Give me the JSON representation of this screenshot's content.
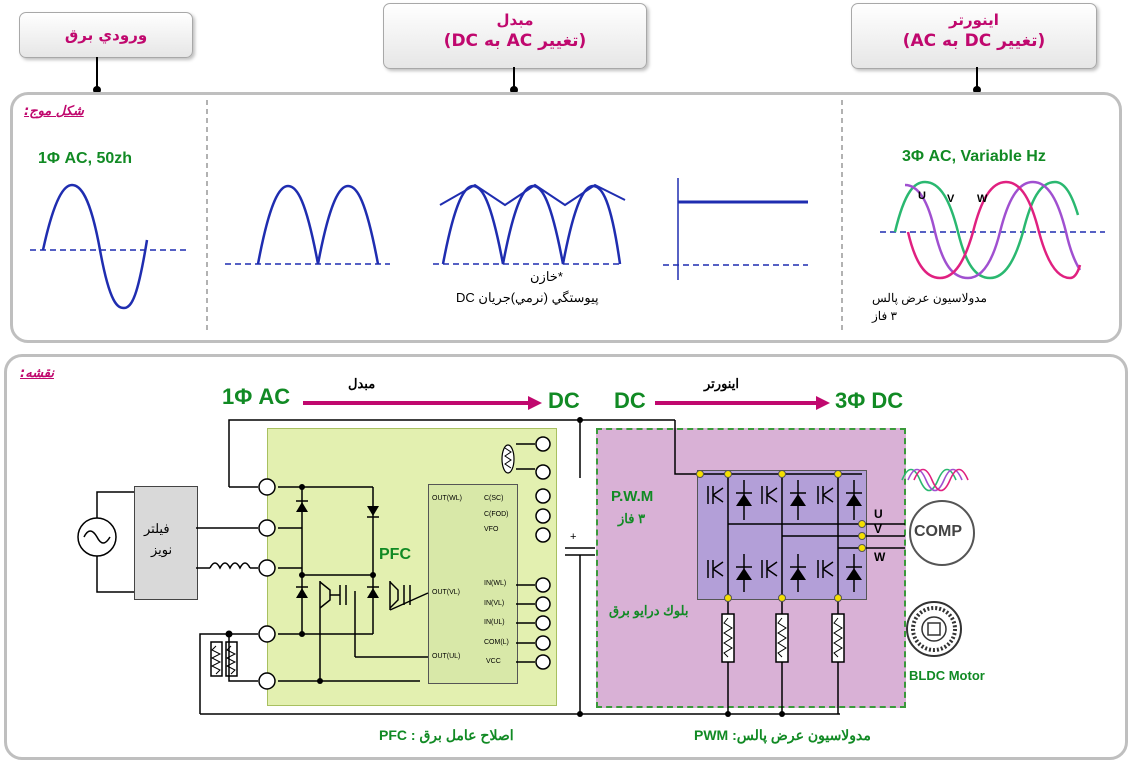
{
  "headers": {
    "input": {
      "label": "ورودي برق"
    },
    "converter": {
      "title": "مبدل",
      "subtitle": "(تغيير AC به DC)"
    },
    "inverter": {
      "title": "اينورتر",
      "subtitle": "(تغيير DC به AC)"
    }
  },
  "waveform_panel": {
    "label": "شكل موج:",
    "input_wave": "1Φ AC, 50zh",
    "capacitor_note": "*خازن",
    "dc_note": "پيوستگي (نرمي)جريان DC",
    "output_wave": "3Φ AC, Variable Hz",
    "phases": {
      "u": "U",
      "v": "V",
      "w": "W"
    },
    "pwm_note_line1": "مدولاسيون عرض پالس",
    "pwm_note_line2": "٣ فاز"
  },
  "schematic_panel": {
    "label": "نقشه:",
    "ac_in": "1Φ AC",
    "converter_arrow": "مبدل",
    "dc_mid": "DC",
    "dc_in": "DC",
    "inverter_arrow": "اينورتر",
    "dc_out": "3Φ DC",
    "noise_filter_line1": "فيلتر",
    "noise_filter_line2": "نويز",
    "pfc": "PFC",
    "ic_pins_left": [
      "OUT(WL)",
      "OUT(VL)",
      "OUT(UL)"
    ],
    "ic_pins_right_top": [
      "C(SC)",
      "C(FOD)",
      "VFO"
    ],
    "ic_pins_right_bottom": [
      "IN(WL)",
      "IN(VL)",
      "IN(UL)",
      "COM(L)",
      "VCC"
    ],
    "pwm_block": "P.W.M",
    "pwm_phase": "٣ فاز",
    "drive_block": "بلوك درايو برق",
    "out_u": "U",
    "out_v": "V",
    "out_w": "W",
    "comp": "COMP",
    "bldc": "BLDC Motor",
    "pfc_caption": "اصلاح عامل برق : PFC",
    "pwm_caption": "مدولاسيون عرض پالس: PWM"
  },
  "colors": {
    "accent": "#c0086e",
    "green_text": "#118a24",
    "pfc_fill": "#e3f0b0",
    "inverter_fill": "#d9b1d6",
    "wave_blue": "#1f2db0",
    "phase_u": "#2ab870",
    "phase_v": "#a050d0",
    "phase_w": "#e02080"
  }
}
